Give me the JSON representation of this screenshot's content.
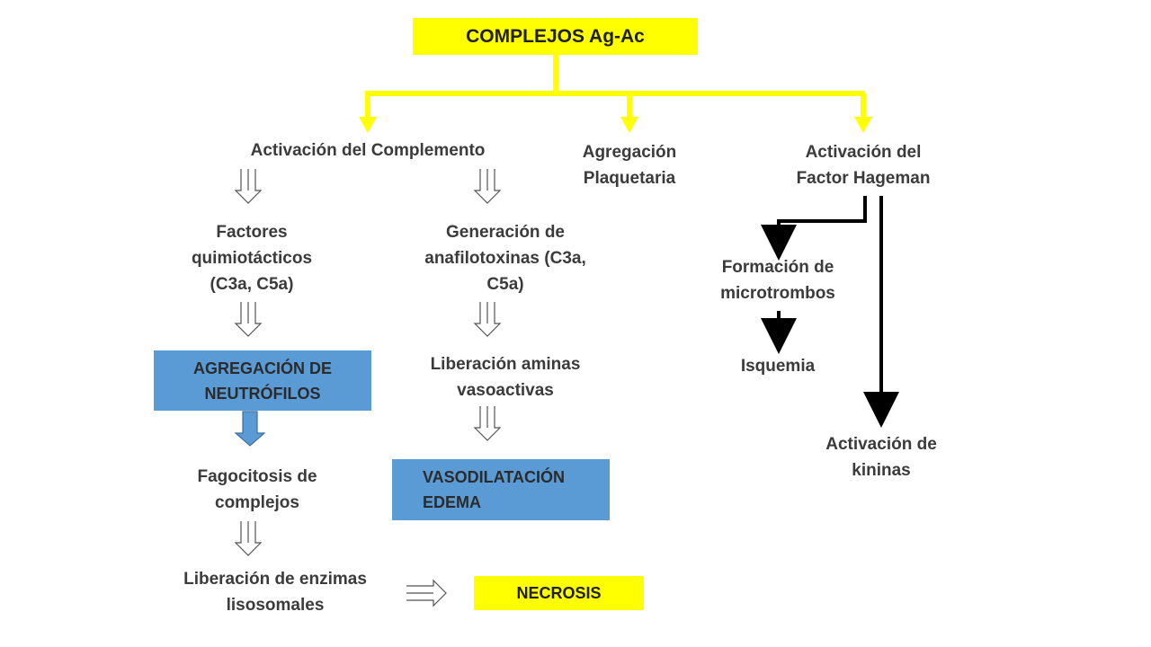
{
  "colors": {
    "yellow": "#ffff00",
    "blue": "#5b9bd5",
    "text": "#3b3b3b",
    "arrow_black": "#000000"
  },
  "root": {
    "label": "COMPLEJOS Ag-Ac"
  },
  "branches": {
    "complemento": "Activación del Complemento",
    "plaquetaria": "Agregación\nPlaquetaria",
    "hageman": "Activación del\nFactor Hageman"
  },
  "left": {
    "factores": "Factores\nquimiotácticos\n(C3a, C5a)",
    "agregacion_neutrofilos": "AGREGACIÓN DE\nNEUTRÓFILOS",
    "fagocitosis": "Fagocitosis de\ncomplejos",
    "liberacion_enzimas": "Liberación de enzimas\nlisosomales"
  },
  "middle": {
    "anafilotoxinas": "Generación de\nanafilotoxinas (C3a,\nC5a)",
    "aminas": "Liberación aminas\nvasoactivas",
    "vasodilatacion": "VASODILATACIÓN\nEDEMA"
  },
  "necrosis": "NECROSIS",
  "right": {
    "microtrombos": "Formación de\nmicrotrombos",
    "isquemia": "Isquemia",
    "kininas": "Activación de\nkininas"
  }
}
